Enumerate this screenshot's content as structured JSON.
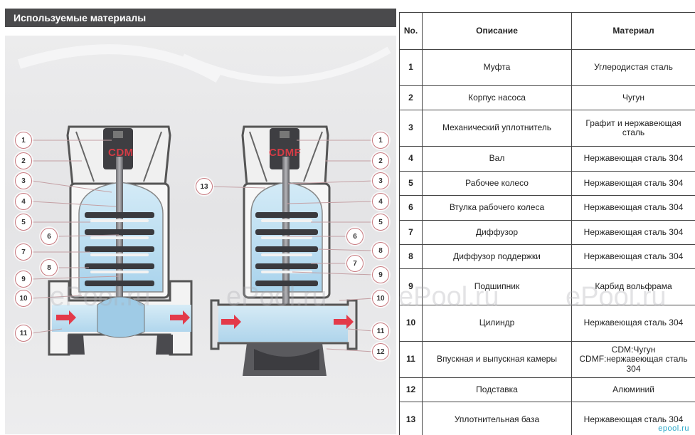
{
  "section_title": "Используемые материалы",
  "diagram": {
    "left_model": "CDM",
    "right_model": "CDMF",
    "left_callouts": [
      "1",
      "2",
      "3",
      "4",
      "5",
      "6",
      "7",
      "8",
      "9",
      "10",
      "11"
    ],
    "right_callouts": [
      "1",
      "2",
      "3",
      "4",
      "5",
      "6",
      "7",
      "8",
      "9",
      "10",
      "11",
      "12",
      "13"
    ],
    "accent_color": "#d33c46",
    "water_color": "#b9dcf0"
  },
  "table": {
    "headers": {
      "no": "No.",
      "description": "Описание",
      "material": "Материал"
    },
    "rows": [
      {
        "no": "1",
        "description": "Муфта",
        "material": "Углеродистая сталь"
      },
      {
        "no": "2",
        "description": "Корпус насоса",
        "material": "Чугун"
      },
      {
        "no": "3",
        "description": "Механический уплотнитель",
        "material": "Графит и нержавеющая сталь"
      },
      {
        "no": "4",
        "description": "Вал",
        "material": "Нержавеющая сталь 304"
      },
      {
        "no": "5",
        "description": "Рабочее колесо",
        "material": "Нержавеющая сталь 304"
      },
      {
        "no": "6",
        "description": "Втулка рабочего колеса",
        "material": "Нержавеющая сталь 304"
      },
      {
        "no": "7",
        "description": "Диффузор",
        "material": "Нержавеющая сталь 304"
      },
      {
        "no": "8",
        "description": "Диффузор поддержки",
        "material": "Нержавеющая сталь 304"
      },
      {
        "no": "9",
        "description": "Подшипник",
        "material": "Карбид вольфрама"
      },
      {
        "no": "10",
        "description": "Цилиндр",
        "material": "Нержавеющая сталь 304"
      },
      {
        "no": "11",
        "description": "Впускная и выпускная камеры",
        "material": "CDM:Чугун\nCDMF:нержавеющая сталь 304"
      },
      {
        "no": "12",
        "description": "Подставка",
        "material": "Алюминий"
      },
      {
        "no": "13",
        "description": "Уплотнительная база",
        "material": "Нержавеющая сталь 304"
      }
    ]
  },
  "watermark": "ePool.ru",
  "corner_logo": "epool.ru"
}
